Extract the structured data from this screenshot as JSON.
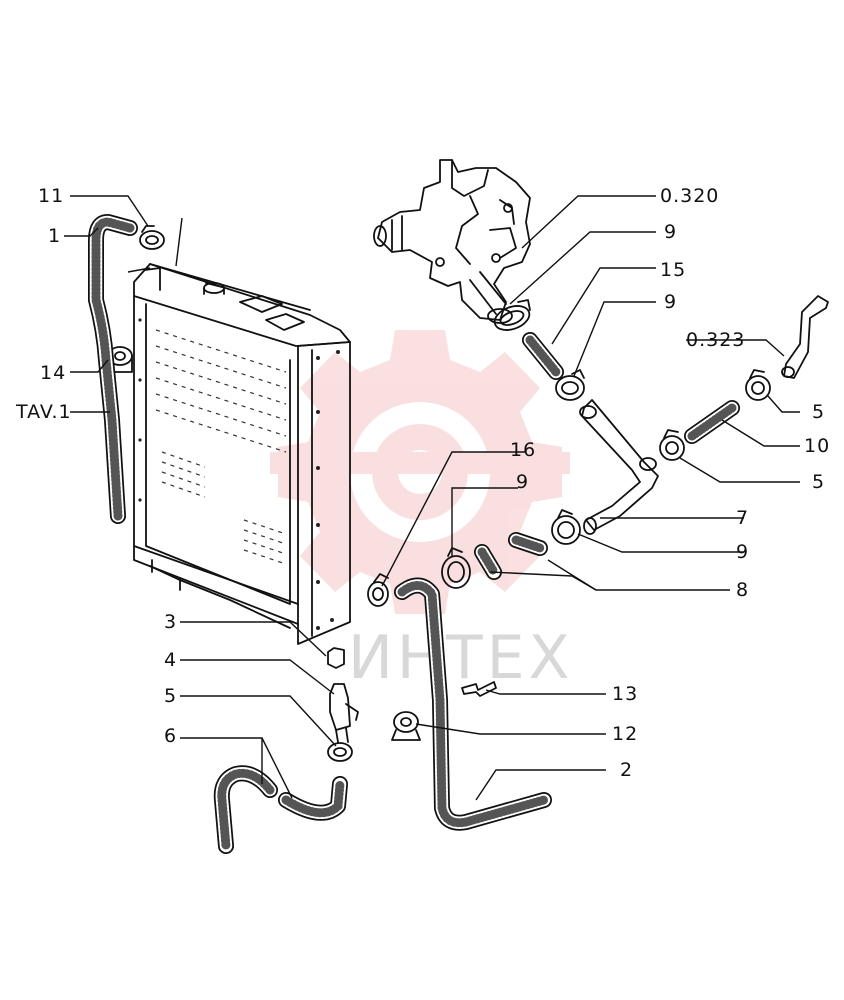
{
  "watermark": {
    "text": "ИНТЕХ",
    "color": "#f3c9c9"
  },
  "labels": {
    "l11": "11",
    "l1": "1",
    "l14": "14",
    "ltav": "TAV.1",
    "l0320": "0.320",
    "l9a": "9",
    "l15": "15",
    "l9b": "9",
    "l0323": "0.323",
    "l5a": "5",
    "l10": "10",
    "l16": "16",
    "l9c": "9",
    "l5b": "5",
    "l7": "7",
    "l9d": "9",
    "l8": "8",
    "l3": "3",
    "l4": "4",
    "l5c": "5",
    "l6": "6",
    "l13": "13",
    "l12": "12",
    "l2": "2"
  }
}
